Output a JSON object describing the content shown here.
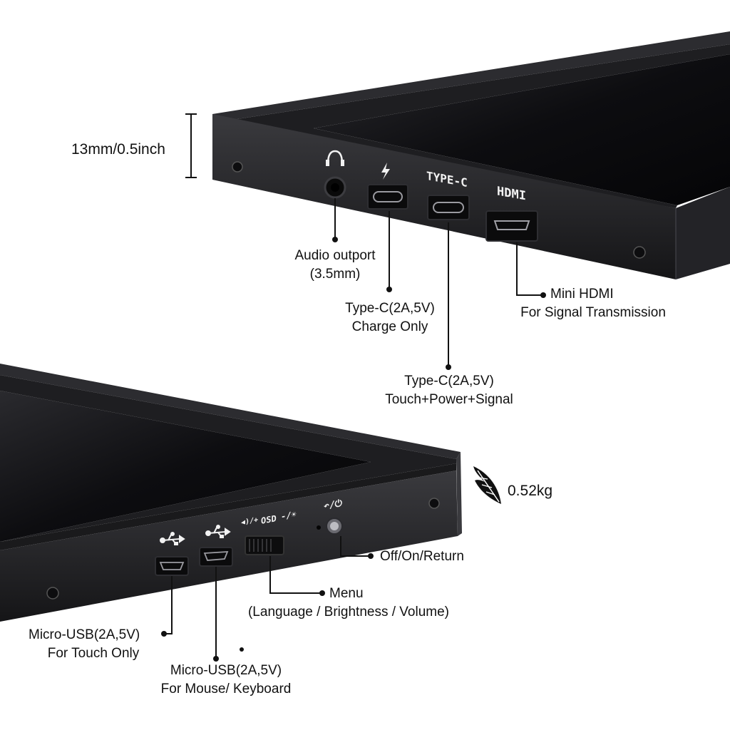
{
  "dimension": {
    "text": "13mm/0.5inch"
  },
  "weight": {
    "text": "0.52kg",
    "icon": "feather-icon"
  },
  "top_panel": {
    "port_labels": {
      "typec": "TYPE-C",
      "hdmi": "HDMI"
    },
    "callouts": {
      "audio": {
        "line1": "Audio outport",
        "line2": "(3.5mm)"
      },
      "typec_charge": {
        "line1": "Type-C(2A,5V)",
        "line2": "Charge Only"
      },
      "typec_signal": {
        "line1": "Type-C(2A,5V)",
        "line2": "Touch+Power+Signal"
      },
      "hdmi": {
        "line1": "Mini HDMI",
        "line2": "For Signal Transmission"
      }
    }
  },
  "bottom_panel": {
    "port_labels": {
      "osd": "OSD",
      "vol": "◀)/+",
      "bright": "-/☀",
      "power": "↶/⏻"
    },
    "callouts": {
      "power": {
        "line1": "Off/On/Return"
      },
      "menu": {
        "line1": "Menu",
        "line2": "(Language / Brightness / Volume)"
      },
      "usb_touch": {
        "line1": "Micro-USB(2A,5V)",
        "line2": "For Touch Only"
      },
      "usb_mouse": {
        "line1": "Micro-USB(2A,5V)",
        "line2": "For Mouse/ Keyboard"
      }
    }
  },
  "colors": {
    "bezel": "#1c1c1e",
    "screen": "#0c0c0e",
    "line": "#111111"
  }
}
